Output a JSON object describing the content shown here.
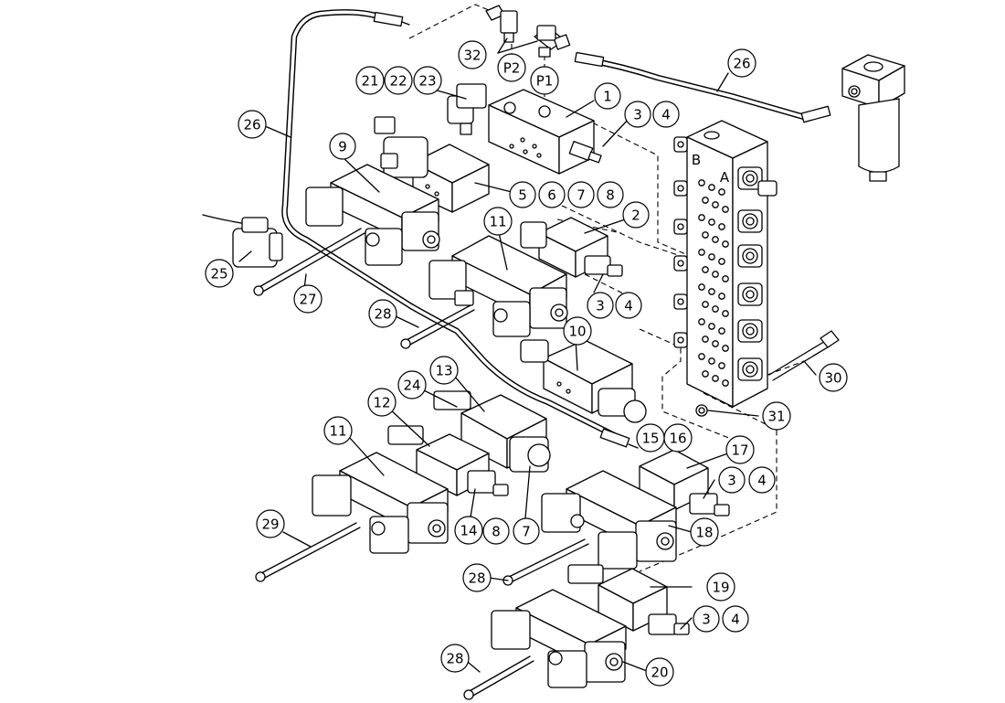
{
  "callouts": [
    {
      "id": "c1",
      "text": "1"
    },
    {
      "id": "c2",
      "text": "2"
    },
    {
      "id": "c3a",
      "text": "3"
    },
    {
      "id": "c4a",
      "text": "4"
    },
    {
      "id": "c3b",
      "text": "3"
    },
    {
      "id": "c4b",
      "text": "4"
    },
    {
      "id": "c3c",
      "text": "3"
    },
    {
      "id": "c4c",
      "text": "4"
    },
    {
      "id": "c3d",
      "text": "3"
    },
    {
      "id": "c4d",
      "text": "4"
    },
    {
      "id": "c5",
      "text": "5"
    },
    {
      "id": "c6",
      "text": "6"
    },
    {
      "id": "c7a",
      "text": "7"
    },
    {
      "id": "c8a",
      "text": "8"
    },
    {
      "id": "c9",
      "text": "9"
    },
    {
      "id": "c10",
      "text": "10"
    },
    {
      "id": "c11a",
      "text": "11"
    },
    {
      "id": "c11b",
      "text": "11"
    },
    {
      "id": "c12",
      "text": "12"
    },
    {
      "id": "c13",
      "text": "13"
    },
    {
      "id": "c14",
      "text": "14"
    },
    {
      "id": "c15",
      "text": "15"
    },
    {
      "id": "c16",
      "text": "16"
    },
    {
      "id": "c17",
      "text": "17"
    },
    {
      "id": "c18",
      "text": "18"
    },
    {
      "id": "c19",
      "text": "19"
    },
    {
      "id": "c20",
      "text": "20"
    },
    {
      "id": "c21",
      "text": "21"
    },
    {
      "id": "c22",
      "text": "22"
    },
    {
      "id": "c23",
      "text": "23"
    },
    {
      "id": "c24",
      "text": "24"
    },
    {
      "id": "c25",
      "text": "25"
    },
    {
      "id": "c26a",
      "text": "26"
    },
    {
      "id": "c26b",
      "text": "26"
    },
    {
      "id": "c27",
      "text": "27"
    },
    {
      "id": "c28a",
      "text": "28"
    },
    {
      "id": "c28b",
      "text": "28"
    },
    {
      "id": "c28c",
      "text": "28"
    },
    {
      "id": "c29",
      "text": "29"
    },
    {
      "id": "c30",
      "text": "30"
    },
    {
      "id": "c31",
      "text": "31"
    },
    {
      "id": "c32",
      "text": "32"
    },
    {
      "id": "c8b",
      "text": "8"
    },
    {
      "id": "c7b",
      "text": "7"
    },
    {
      "id": "cP1",
      "text": "P1"
    },
    {
      "id": "cP2",
      "text": "P2"
    }
  ],
  "port_labels": {
    "a": "A",
    "b": "B"
  }
}
